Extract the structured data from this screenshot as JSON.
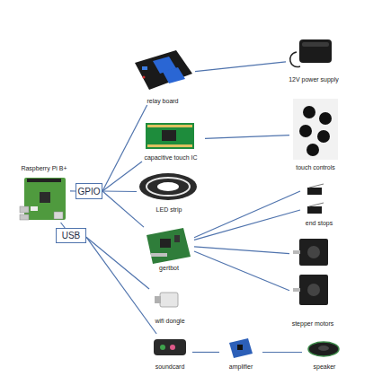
{
  "diagram": {
    "nodes": [
      {
        "text": [
          "Raspberry Pi B+"
        ]
      },
      {
        "text": [
          "GPIO"
        ]
      },
      {
        "text": [
          "USB"
        ]
      },
      {
        "text": [
          "relay board"
        ]
      },
      {
        "text": [
          "12V power supply"
        ]
      },
      {
        "text": [
          "capacitive touch IC"
        ]
      },
      {
        "text": [
          "touch controls"
        ]
      },
      {
        "text": [
          "LED strip"
        ]
      },
      {
        "text": [
          "gertbot"
        ]
      },
      {
        "text": [
          "end stops"
        ]
      },
      {
        "text": [
          "stepper motors"
        ]
      },
      {
        "text": [
          "wifi dongle"
        ]
      },
      {
        "text": [
          "soundcard"
        ]
      },
      {
        "text": [
          "amplifier"
        ]
      },
      {
        "text": [
          "speaker"
        ]
      }
    ],
    "edges": [
      {
        "from": 0,
        "to": 1,
        "arrow": "none"
      },
      {
        "from": 0,
        "to": 2,
        "arrow": "none"
      },
      {
        "from": 1,
        "to": 3,
        "arrow": "none"
      },
      {
        "from": 1,
        "to": 5,
        "arrow": "none"
      },
      {
        "from": 1,
        "to": 7,
        "arrow": "none"
      },
      {
        "from": 1,
        "to": 8,
        "arrow": "none"
      },
      {
        "from": 2,
        "to": 11,
        "arrow": "none"
      },
      {
        "from": 2,
        "to": 12,
        "arrow": "none"
      },
      {
        "from": 3,
        "to": 4,
        "arrow": "none"
      },
      {
        "from": 5,
        "to": 6,
        "arrow": "none"
      },
      {
        "from": 8,
        "to": 9,
        "arrow": "none"
      },
      {
        "from": 8,
        "to": 9,
        "arrow": "none"
      },
      {
        "from": 8,
        "to": 10,
        "arrow": "none"
      },
      {
        "from": 8,
        "to": 10,
        "arrow": "none"
      },
      {
        "from": 12,
        "to": 13,
        "arrow": "none"
      },
      {
        "from": 13,
        "to": 14,
        "arrow": "none"
      }
    ]
  }
}
